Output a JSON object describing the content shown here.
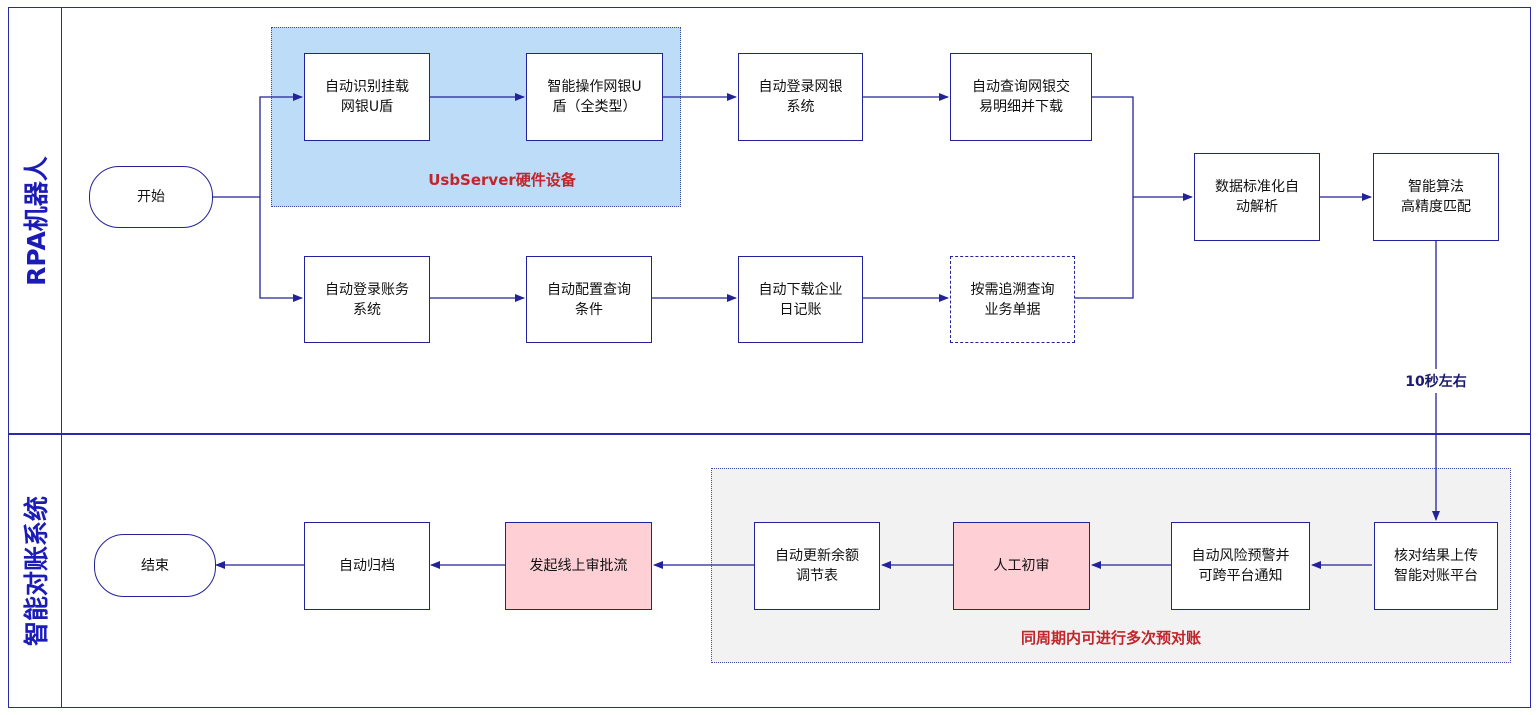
{
  "lanes": {
    "rpa": "RPA机器人",
    "recon": "智能对账系统"
  },
  "regions": {
    "usb": "UsbServer硬件设备",
    "multi": "同周期内可进行多次预对账"
  },
  "nodes": {
    "start": "开始",
    "u_recognize": "自动识别挂载\n网银U盾",
    "u_operate": "智能操作网银U\n盾（全类型）",
    "bank_login": "自动登录网银\n系统",
    "bank_query": "自动查询网银交\n易明细并下载",
    "fin_login": "自动登录账务\n系统",
    "fin_config": "自动配置查询\n条件",
    "fin_download": "自动下载企业\n日记账",
    "fin_trace": "按需追溯查询\n业务单据",
    "standardize": "数据标准化自\n动解析",
    "match": "智能算法\n高精度匹配",
    "upload": "核对结果上传\n智能对账平台",
    "risk": "自动风险预警并\n可跨平台通知",
    "manual_review": "人工初审",
    "update_table": "自动更新余额\n调节表",
    "approval": "发起线上审批流",
    "archive": "自动归档",
    "end": "结束"
  },
  "edge_labels": {
    "timing": "10秒左右"
  },
  "colors": {
    "border": "#22229a",
    "usb_region": "#bcdcf7",
    "multi_region": "#f2f2f2",
    "highlight_node": "#ffcfd6",
    "region_text": "#c0262c",
    "lane_text": "#1b1bb8"
  }
}
